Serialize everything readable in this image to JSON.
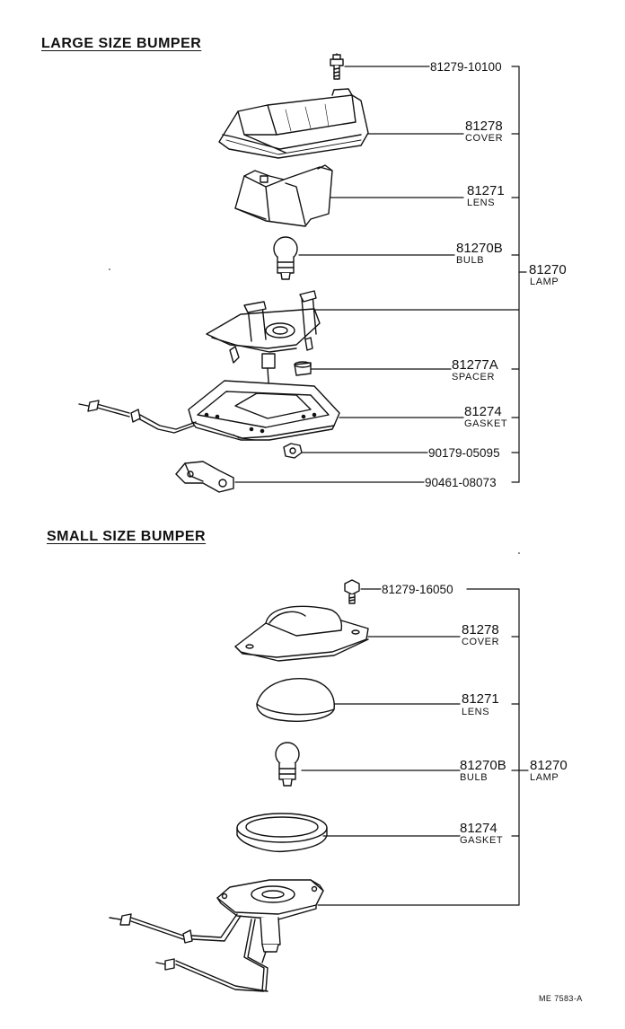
{
  "sections": {
    "large": {
      "title": "LARGE SIZE BUMPER",
      "parts": {
        "screw": {
          "number": "81279-10100"
        },
        "cover": {
          "number": "81278",
          "name": "COVER"
        },
        "lens": {
          "number": "81271",
          "name": "LENS"
        },
        "bulb": {
          "number": "81270B",
          "name": "BULB"
        },
        "lamp": {
          "number": "81270",
          "name": "LAMP"
        },
        "spacer": {
          "number": "81277A",
          "name": "SPACER"
        },
        "gasket": {
          "number": "81274",
          "name": "GASKET"
        },
        "nut": {
          "number": "90179-05095"
        },
        "clamp": {
          "number": "90461-08073"
        }
      }
    },
    "small": {
      "title": "SMALL SIZE BUMPER",
      "parts": {
        "screw": {
          "number": "81279-16050"
        },
        "cover": {
          "number": "81278",
          "name": "COVER"
        },
        "lens": {
          "number": "81271",
          "name": "LENS"
        },
        "bulb": {
          "number": "81270B",
          "name": "BULB"
        },
        "lamp": {
          "number": "81270",
          "name": "LAMP"
        },
        "gasket": {
          "number": "81274",
          "name": "GASKET"
        }
      }
    }
  },
  "footer": {
    "code": "ME 7583-A"
  }
}
